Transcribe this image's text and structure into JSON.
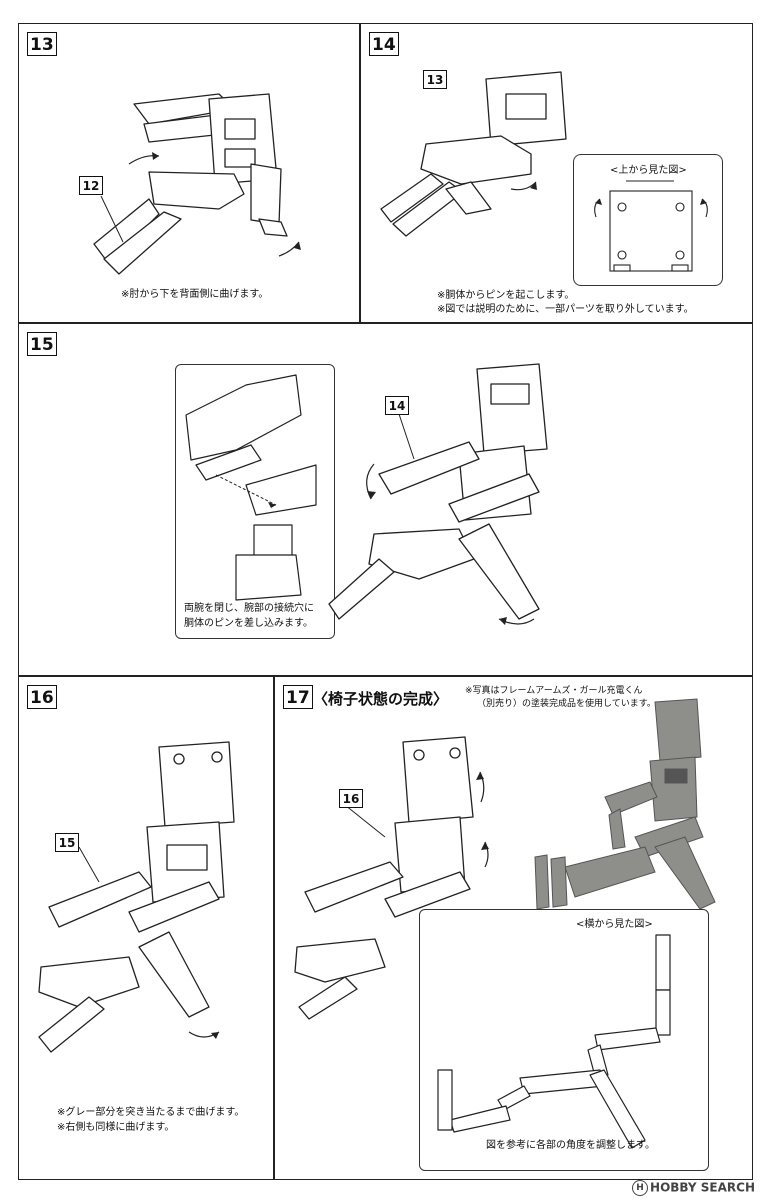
{
  "steps": {
    "s13": {
      "number": "13",
      "callout": "12",
      "caption": [
        "※肘から下を背面側に曲げます。"
      ]
    },
    "s14": {
      "number": "14",
      "callout": "13",
      "inset_title": "<上から見た図>",
      "caption": [
        "※胴体からピンを起こします。",
        "※図では説明のために、一部パーツを取り外しています。"
      ]
    },
    "s15": {
      "number": "15",
      "callout": "14",
      "inset_caption": [
        "両腕を閉じ、腕部の接続穴に",
        "胴体のピンを差し込みます。"
      ]
    },
    "s16": {
      "number": "16",
      "callout": "15",
      "caption": [
        "※グレー部分を突き当たるまで曲げます。",
        "※右側も同様に曲げます。"
      ]
    },
    "s17": {
      "number": "17",
      "title": "〈椅子状態の完成〉",
      "callout": "16",
      "photo_note": [
        "※写真はフレームアームズ・ガール充電くん",
        "（別売り）の塗装完成品を使用しています。"
      ],
      "inset_title": "<横から見た図>",
      "inset_caption": "図を参考に各部の角度を調整します。"
    }
  },
  "watermark": {
    "icon": "hobby-search-logo-icon",
    "text": "HOBBY SEARCH"
  },
  "colors": {
    "line": "#222222",
    "gray_part": "#b8b8b8",
    "photo_gray": "#8e8e8a"
  }
}
